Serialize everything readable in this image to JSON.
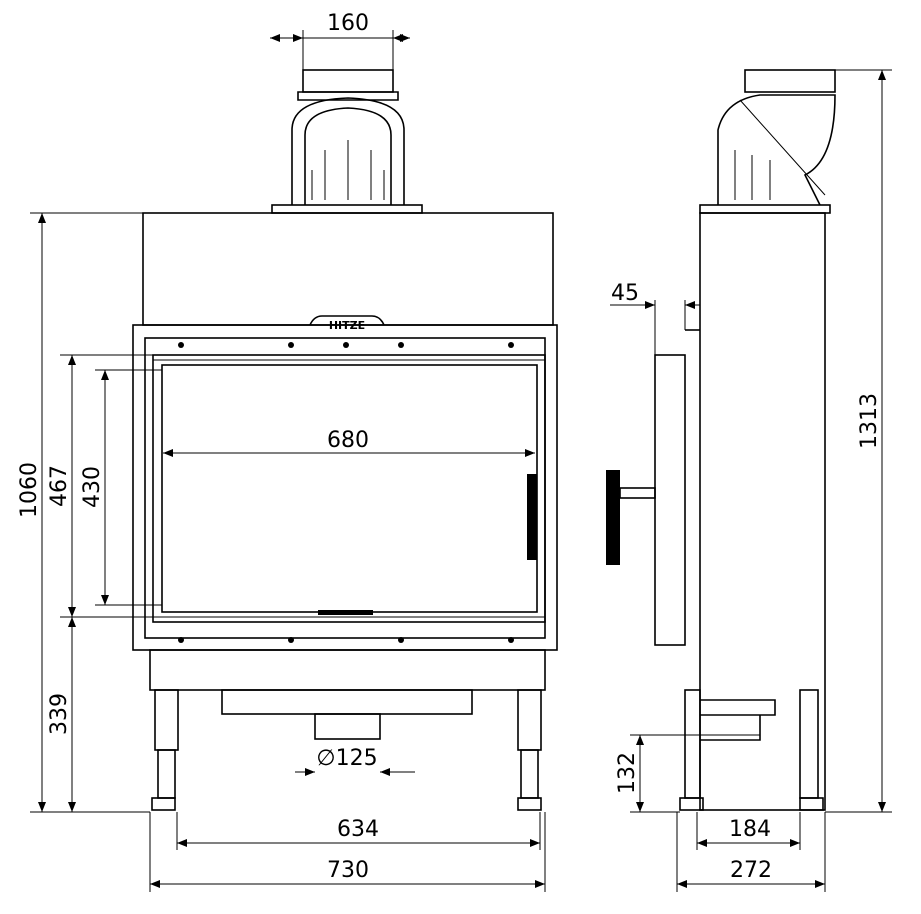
{
  "logo": "HITZE",
  "dimensions": {
    "flue_width": "160",
    "glass_width": "680",
    "total_height": "1060",
    "door_height": "467",
    "glass_height": "430",
    "base_height": "339",
    "air_inlet": "∅125",
    "leg_spacing": "634",
    "total_width": "730",
    "door_offset": "45",
    "total_height_with_flue": "1313",
    "inlet_height": "132",
    "side_leg_spacing": "184",
    "depth": "272"
  }
}
